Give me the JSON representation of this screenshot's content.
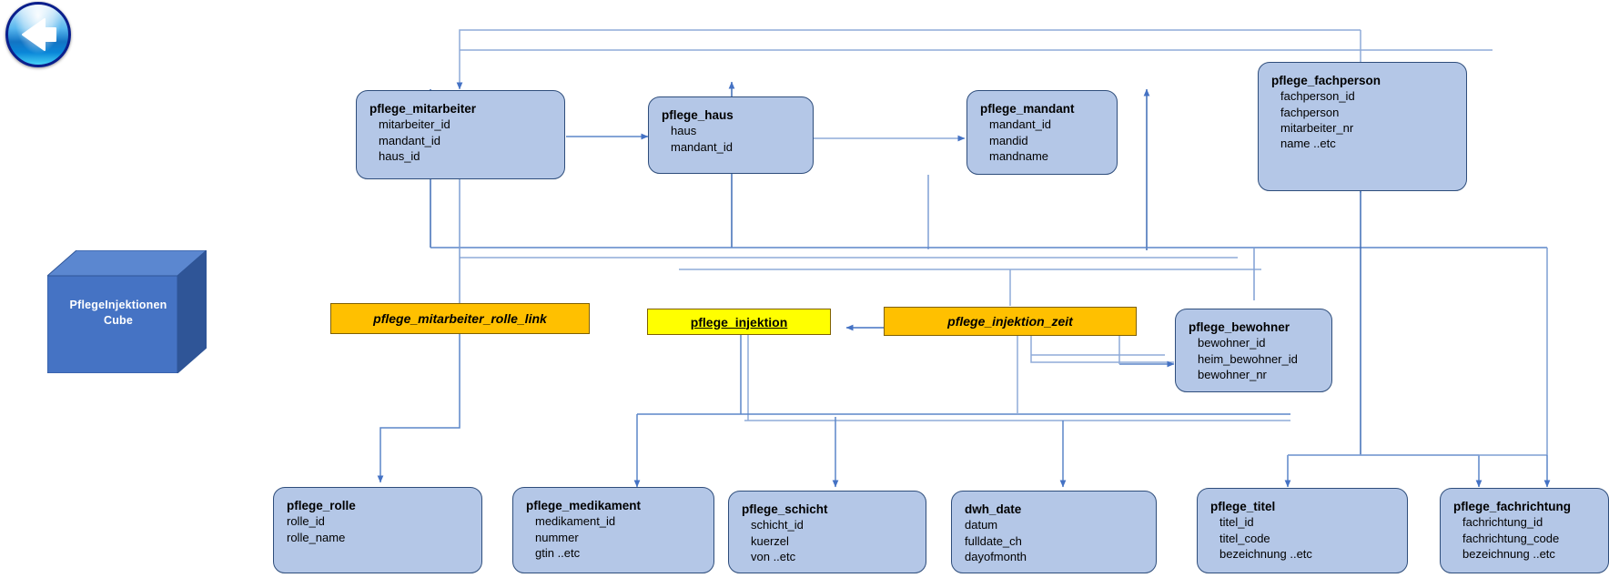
{
  "diagram": {
    "title": "PflegeInjektionen Cube schema",
    "background": "#ffffff",
    "colors": {
      "dimension_fill": "#b4c7e7",
      "dimension_border": "#2e4d7b",
      "fact_orange": "#ffc000",
      "fact_yellow": "#ffff00",
      "connector": "#4472c4",
      "cube_front": "#4573c4",
      "cube_top": "#5b87d0",
      "cube_side": "#2f5597"
    }
  },
  "back_button": {
    "name": "back-arrow-button",
    "glyph": "←"
  },
  "cube": {
    "label_line1": "PflegeInjektionen",
    "label_line2": "Cube"
  },
  "tables": [
    {
      "id": "pflege_mitarbeiter",
      "title": "pflege_mitarbeiter",
      "fields": [
        "mitarbeiter_id",
        "mandant_id",
        "haus_id"
      ],
      "kind": "dimension"
    },
    {
      "id": "pflege_haus",
      "title": "pflege_haus",
      "fields": [
        "haus",
        "mandant_id"
      ],
      "kind": "dimension"
    },
    {
      "id": "pflege_mandant",
      "title": "pflege_mandant",
      "fields": [
        "mandant_id",
        "mandid",
        "mandname"
      ],
      "kind": "dimension"
    },
    {
      "id": "pflege_fachperson",
      "title": "pflege_fachperson",
      "fields": [
        "fachperson_id",
        "fachperson",
        "mitarbeiter_nr",
        "name ..etc"
      ],
      "kind": "dimension"
    },
    {
      "id": "pflege_bewohner",
      "title": "pflege_bewohner",
      "fields": [
        "bewohner_id",
        "heim_bewohner_id",
        "bewohner_nr"
      ],
      "kind": "dimension"
    },
    {
      "id": "pflege_rolle",
      "title": "pflege_rolle",
      "fields": [
        "rolle_id",
        "rolle_name"
      ],
      "kind": "dimension"
    },
    {
      "id": "pflege_medikament",
      "title": "pflege_medikament",
      "fields": [
        "medikament_id",
        "nummer",
        "gtin  ..etc"
      ],
      "kind": "dimension"
    },
    {
      "id": "pflege_schicht",
      "title": "pflege_schicht",
      "fields": [
        "schicht_id",
        "kuerzel",
        "von ..etc"
      ],
      "kind": "dimension"
    },
    {
      "id": "dwh_date",
      "title": "dwh_date",
      "fields": [
        "datum",
        "fulldate_ch",
        "dayofmonth"
      ],
      "kind": "dimension"
    },
    {
      "id": "pflege_titel",
      "title": "pflege_titel",
      "fields": [
        "titel_id",
        "titel_code",
        "bezeichnung  ..etc"
      ],
      "kind": "dimension"
    },
    {
      "id": "pflege_fachrichtung",
      "title": "pflege_fachrichtung",
      "fields": [
        "fachrichtung_id",
        "fachrichtung_code",
        "bezeichnung  ..etc"
      ],
      "kind": "dimension"
    }
  ],
  "facts": [
    {
      "id": "pflege_mitarbeiter_rolle_link",
      "title": "pflege_mitarbeiter_rolle_link",
      "color": "orange"
    },
    {
      "id": "pflege_injektion",
      "title": "pflege_injektion",
      "color": "yellow"
    },
    {
      "id": "pflege_injektion_zeit",
      "title": "pflege_injektion_zeit",
      "color": "orange"
    }
  ]
}
